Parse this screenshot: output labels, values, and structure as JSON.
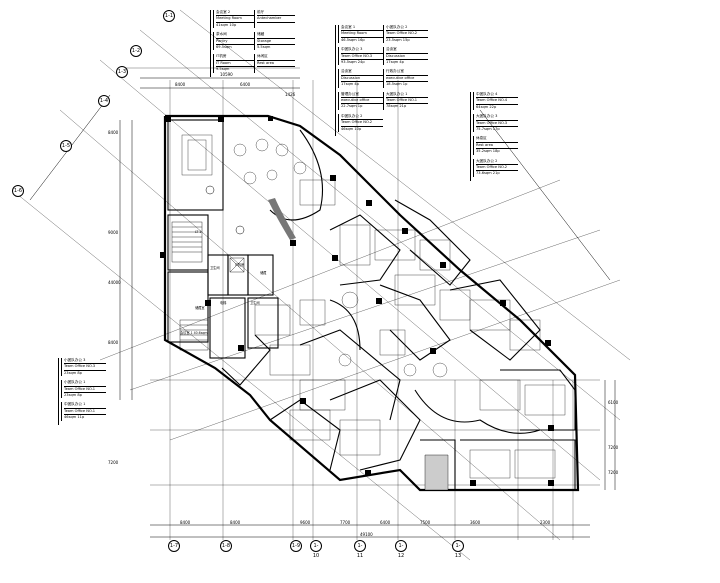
{
  "legend_top": [
    {
      "zh": "会议室 2",
      "en": "Meeting Room",
      "area": "41sqm",
      "seats": "10p"
    },
    {
      "zh": "前厅",
      "en": "Antechamber",
      "area": "",
      "seats": ""
    },
    {
      "zh": "茶水间",
      "en": "Pantry",
      "area": "69.5sqm",
      "seats": ""
    },
    {
      "zh": "储藏",
      "en": "Storage",
      "area": "5.5sqm",
      "seats": ""
    },
    {
      "zh": "IT机房",
      "en": "IT Room",
      "area": "9.5sqm",
      "seats": ""
    },
    {
      "zh": "休闲区",
      "en": "Rest area",
      "area": "",
      "seats": ""
    }
  ],
  "legend_mid": [
    {
      "zh": "会议室 1",
      "en": "Meeting Room",
      "area": "46.5sqm",
      "seats": "16p"
    },
    {
      "zh": "小团队办公 2",
      "en": "Team Office NO.2",
      "area": "23.5sqm",
      "seats": "15p"
    },
    {
      "zh": "中团队办公 3",
      "en": "Team Office NO.3",
      "area": "93.5sqm",
      "seats": "24p"
    },
    {
      "zh": "洽谈室",
      "en": "Discussion",
      "area": "17sqm",
      "seats": "4p"
    },
    {
      "zh": "洽谈室",
      "en": "Discussion",
      "area": "17sqm",
      "seats": "4p"
    },
    {
      "zh": "行政办公室",
      "en": "executive office",
      "area": "18.5sqm",
      "seats": "1p"
    },
    {
      "zh": "管理办公室",
      "en": "executive office",
      "area": "22.7sqm",
      "seats": "1p"
    },
    {
      "zh": "大团队办公 1",
      "en": "Team Office NO.1",
      "area": "78sqm",
      "seats": "21p"
    },
    {
      "zh": "中团队办公 2",
      "en": "Team Office NO.2",
      "area": "46sqm",
      "seats": "10p"
    }
  ],
  "legend_right": [
    {
      "zh": "中团队办公 4",
      "en": "Team Office NO.4",
      "area": "64sqm",
      "seats": "22p"
    },
    {
      "zh": "大团队办公 3",
      "en": "Team Office NO.3",
      "area": "75.7sqm",
      "seats": "17p"
    },
    {
      "zh": "休息区",
      "en": "Rest area",
      "area": "35.2sqm",
      "seats": "18p"
    },
    {
      "zh": "大团队办公 2",
      "en": "Team Office NO.2",
      "area": "73.6sqm",
      "seats": "21p"
    }
  ],
  "legend_left": [
    {
      "zh": "小团队办公 3",
      "en": "Team Office NO.3",
      "area": "23sqm",
      "seats": "8p"
    },
    {
      "zh": "小团队办公 1",
      "en": "Team Office NO.1",
      "area": "23sqm",
      "seats": "8p"
    },
    {
      "zh": "中团队办公 1",
      "en": "Team Office NO.1",
      "area": "46sqm",
      "seats": "11p"
    }
  ],
  "grid_axes": [
    "1-1",
    "1-2",
    "1-3",
    "1-4",
    "1-5",
    "1-6",
    "1-7",
    "1-8",
    "1-9",
    "1-10",
    "1-11",
    "1-12",
    "1-13"
  ],
  "dims_bottom": [
    "8400",
    "8400",
    "9600",
    "7700",
    "6400",
    "7500",
    "3600",
    "2300"
  ],
  "dims_total": "49100",
  "dims_right": [
    "6100",
    "7200",
    "7200"
  ],
  "dims_left": [
    "8400",
    "9000",
    "44000",
    "8400",
    "7200"
  ],
  "dims_top": [
    "8400",
    "6400",
    "1426",
    "10590"
  ],
  "room_tags": [
    "会议室 1 40.6sqm",
    "储藏室",
    "IT机房",
    "卫生间",
    "卫生间",
    "储藏",
    "电梯",
    "LT 1"
  ]
}
